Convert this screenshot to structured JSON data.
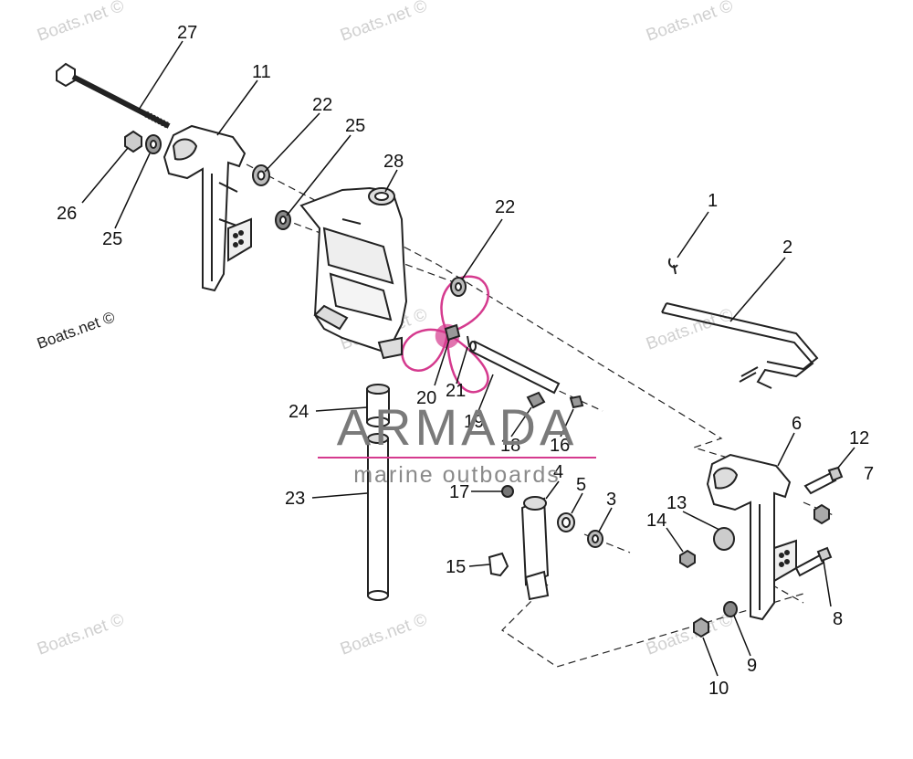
{
  "watermark": {
    "text": "Boats.net ©",
    "color": "#d0d0d0"
  },
  "brand": {
    "title": "ARMADA",
    "subtitle": "marine outboards",
    "accent_color": "#d53a8e",
    "text_color": "#7a7a7a"
  },
  "callouts": [
    "1",
    "2",
    "3",
    "4",
    "5",
    "6",
    "7",
    "8",
    "9",
    "10",
    "11",
    "12",
    "13",
    "14",
    "15",
    "16",
    "17",
    "18",
    "19",
    "20",
    "21",
    "22",
    "22",
    "23",
    "24",
    "25",
    "25",
    "26",
    "27",
    "28"
  ]
}
